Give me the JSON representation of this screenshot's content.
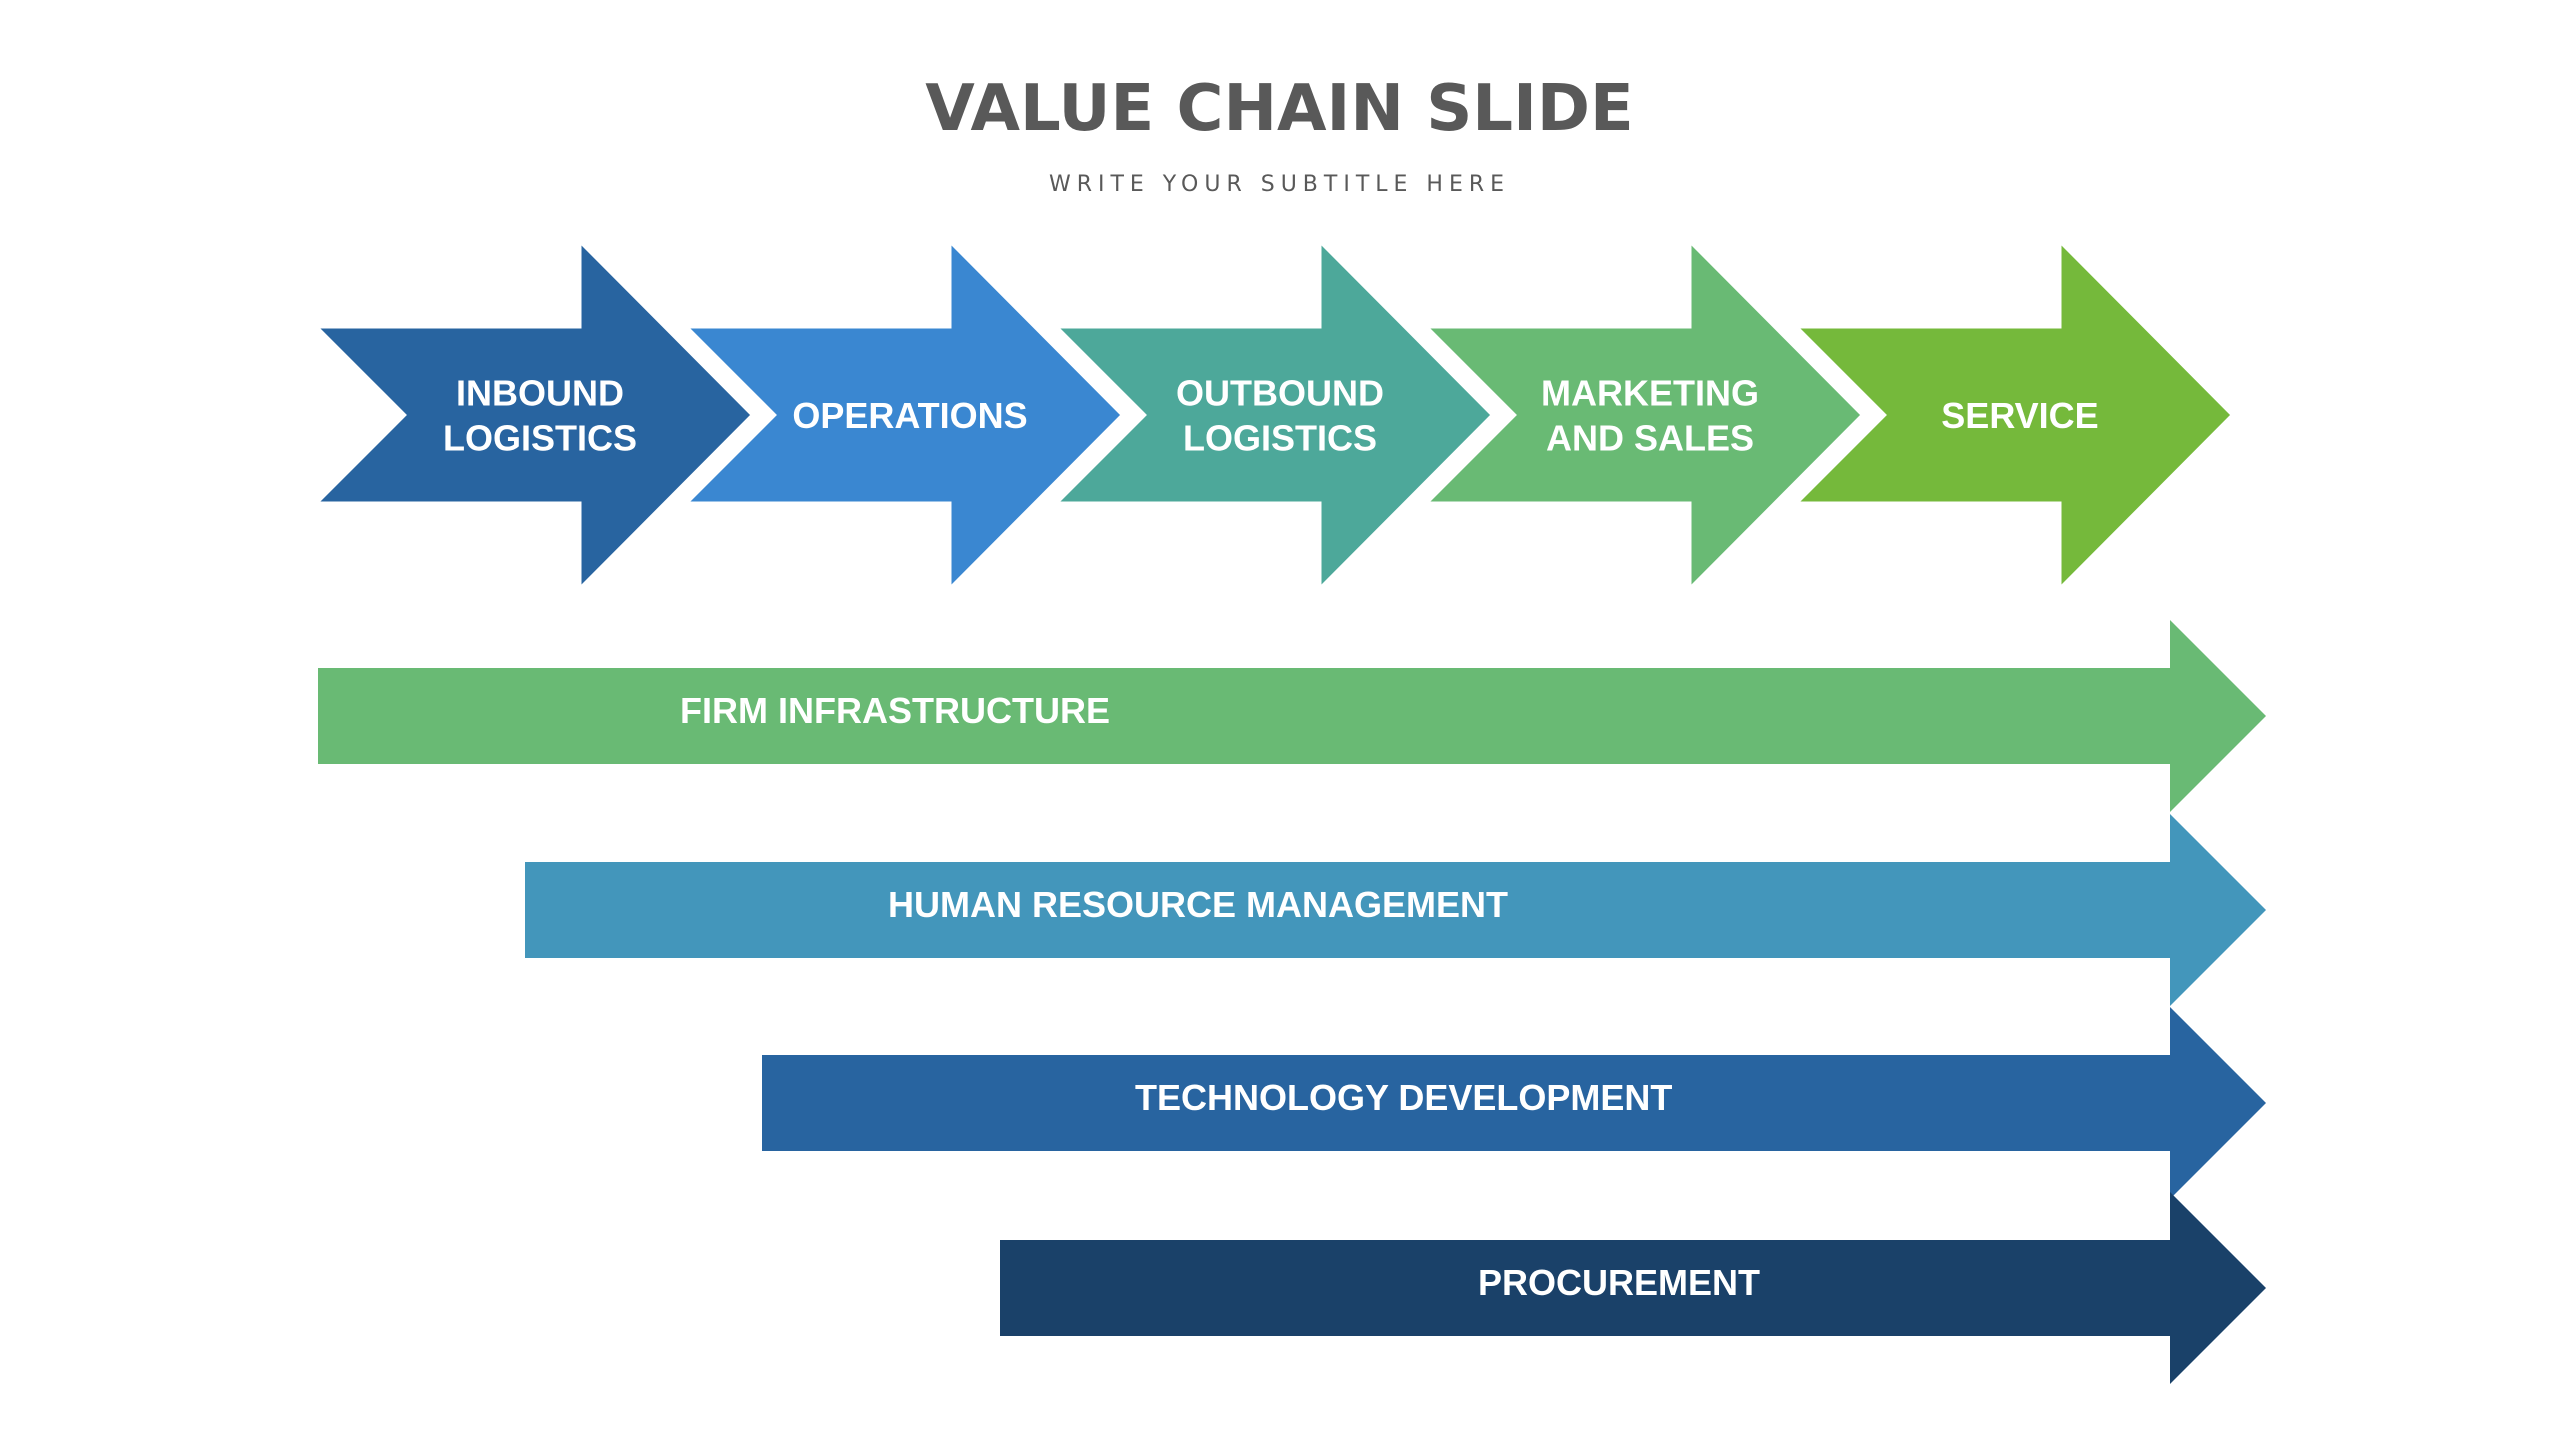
{
  "slide": {
    "title": "VALUE CHAIN SLIDE",
    "subtitle": "WRITE YOUR SUBTITLE HERE"
  },
  "primary_activities": [
    {
      "lines": [
        "INBOUND",
        "LOGISTICS"
      ],
      "color": "#2864A0"
    },
    {
      "lines": [
        "OPERATIONS"
      ],
      "color": "#3A87D1"
    },
    {
      "lines": [
        "OUTBOUND",
        "LOGISTICS"
      ],
      "color": "#4DA89A"
    },
    {
      "lines": [
        "MARKETING",
        "AND SALES"
      ],
      "color": "#69BA74"
    },
    {
      "lines": [
        "SERVICE"
      ],
      "color": "#75B93B"
    }
  ],
  "support_activities": [
    {
      "label": "FIRM INFRASTRUCTURE",
      "color": "#69BA74"
    },
    {
      "label": "HUMAN RESOURCE MANAGEMENT",
      "color": "#4396BB"
    },
    {
      "label": "TECHNOLOGY DEVELOPMENT",
      "color": "#2864A0"
    },
    {
      "label": "PROCUREMENT",
      "color": "#1A4169"
    }
  ]
}
